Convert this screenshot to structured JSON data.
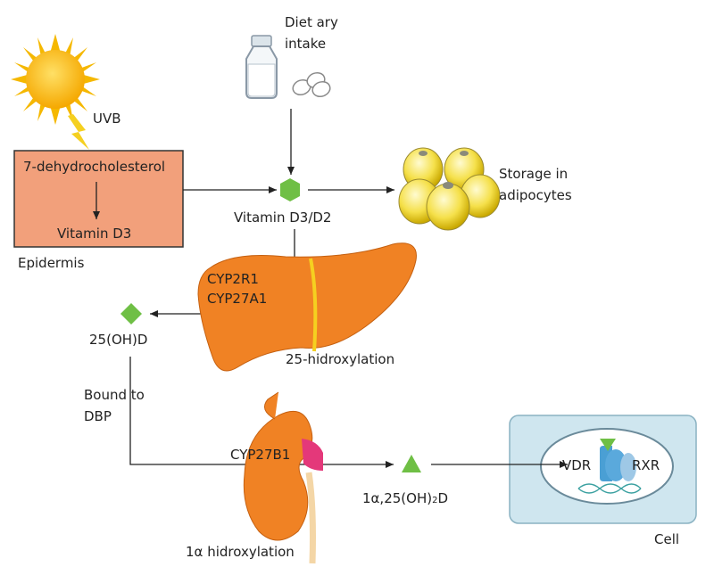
{
  "labels": {
    "dietary_line1": "Diet ary",
    "dietary_line2": "intake",
    "uvb": "UVB",
    "dehydro": "7-dehydrocholesterol",
    "vitd3": "Vitamin D3",
    "epidermis": "Epidermis",
    "vitd3d2": "Vitamin D3/D2",
    "storage_line1": "Storage in",
    "storage_line2": "adipocytes",
    "cyp2r1": "CYP2R1",
    "cyp27a1": "CYP27A1",
    "ohd": "25(OH)D",
    "hydroxylation25": "25-hidroxylation",
    "bound_line1": "Bound to",
    "bound_line2": "DBP",
    "cyp27b1": "CYP27B1",
    "calcitriol_prefix": "1α,25(OH)",
    "calcitriol_sub": "2",
    "calcitriol_suffix": "D",
    "hydroxylation1a": "1α hidroxylation",
    "vdr": "VDR",
    "rxr": "RXR",
    "cell": "Cell"
  },
  "colors": {
    "sun": "#f5b800",
    "epidermis_box": "#f2a07b",
    "liver": "#f08224",
    "kidney": "#f08224",
    "green_marker": "#6fbf45",
    "cell_bg": "#cfe6ef",
    "vdr": "#4a9fd4",
    "fat": "#f5e04a"
  }
}
